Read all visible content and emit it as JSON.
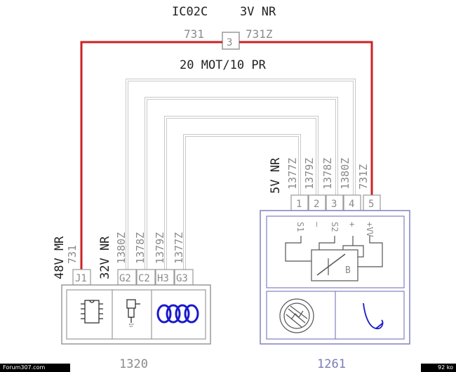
{
  "top": {
    "connector": "IC02C",
    "connector_desc": "3V NR",
    "left_wire": "731",
    "right_wire": "731Z",
    "splice": "3",
    "harness": "20 MOT/10 PR"
  },
  "ecu": {
    "number": "1320",
    "conn1_desc": "48V MR",
    "conn1_wire": "731",
    "conn2_desc": "32V NR",
    "wires": [
      "1380Z",
      "1378Z",
      "1379Z",
      "1377Z"
    ],
    "pins": [
      "J1",
      "G2",
      "C2",
      "H3",
      "G3"
    ]
  },
  "sensor": {
    "number": "1261",
    "conn_desc": "5V NR",
    "wires": [
      "1377Z",
      "1379Z",
      "1378Z",
      "1380Z",
      "731Z"
    ],
    "pins": [
      "1",
      "2",
      "3",
      "4",
      "5"
    ],
    "pin_funcs": [
      "S1",
      "–",
      "S2",
      "+",
      "+VV"
    ],
    "bridge_label": "B"
  },
  "footer": {
    "left": "Forum307.com",
    "right": "92 ko"
  },
  "colors": {
    "red_wire": "#cc2222",
    "grey_wire": "#cfcfcf",
    "sensor_outline": "#8080c0"
  }
}
